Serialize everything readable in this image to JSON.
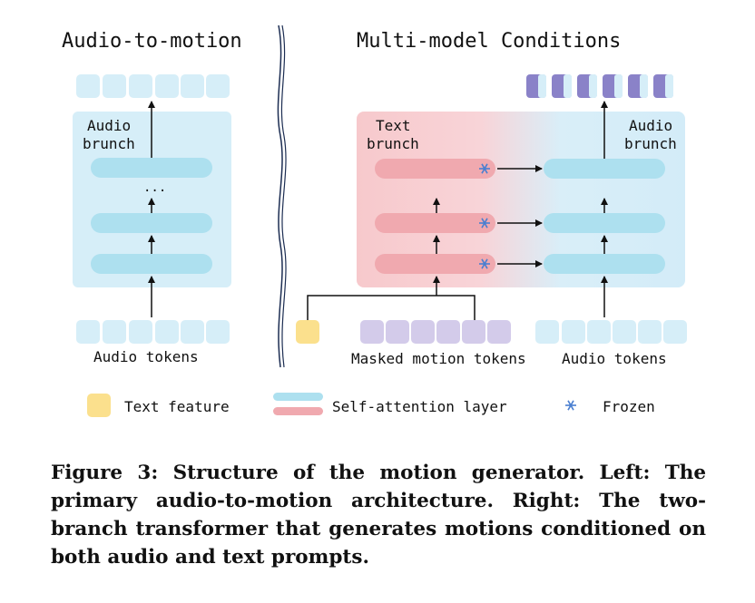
{
  "left_panel": {
    "title": "Audio-to-motion",
    "branch_label_line1": "Audio",
    "branch_label_line2": "brunch",
    "ellipsis": "...",
    "input_label": "Audio tokens"
  },
  "right_panel": {
    "title": "Multi-model Conditions",
    "text_branch_line1": "Text",
    "text_branch_line2": "brunch",
    "audio_branch_line1": "Audio",
    "audio_branch_line2": "brunch",
    "masked_tokens_label": "Masked motion tokens",
    "audio_tokens_label": "Audio tokens"
  },
  "legend": {
    "text_feature": "Text feature",
    "self_attention": "Self-attention layer",
    "frozen": "Frozen"
  },
  "colors": {
    "audio_blue": "#d6eef8",
    "layer_blue": "#ade0ef",
    "text_pink": "#f5c4c8",
    "layer_pink": "#f0a9af",
    "text_feature_yellow": "#fbe08d",
    "masked_purple": "#d3cbea",
    "output_purple": "#8a82c8",
    "frozen_icon": "#4a7fd0"
  },
  "caption": "Figure 3: Structure of the motion generator. Left: The primary audio-to-motion architecture. Right: The two-branch transformer that generates motions conditioned on both audio and text prompts."
}
